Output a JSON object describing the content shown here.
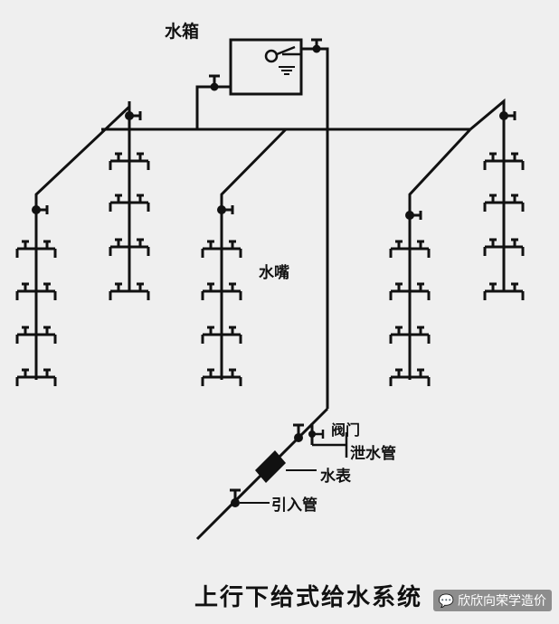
{
  "labels": {
    "tank": "水箱",
    "nozzle": "水嘴",
    "valve": "阀门",
    "drain": "泄水管",
    "meter": "水表",
    "inlet": "引入管"
  },
  "title": "上行下给式给水系统",
  "watermark": {
    "icon": "wechat-icon",
    "text": "欣欣向荣学造价"
  },
  "colors": {
    "line": "#111111",
    "background": "#efefef"
  }
}
